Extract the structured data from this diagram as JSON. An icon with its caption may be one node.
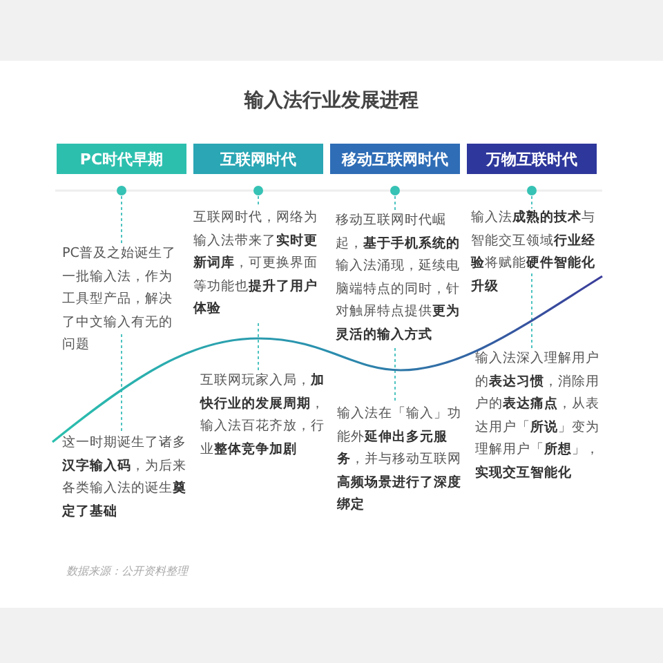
{
  "diagram": {
    "title": "输入法行业发展进程",
    "nodes": [
      {
        "text": [
          "PC时代早期"
        ]
      },
      {
        "text": [
          "互联网时代"
        ]
      },
      {
        "text": [
          "移动互联网时代"
        ]
      },
      {
        "text": [
          "万物互联时代"
        ]
      }
    ],
    "labels": [
      "PC普及之始诞生了一批输入法，作为工具型产品，解决了中文输入有无的问题",
      "这一时期诞生了诸多**汉字输入码**，为后来各类输入法的诞生**奠定了基础**",
      "互联网时代，网络为输入法带来了**实时更新词库**，可更换界面等功能也**提升了用户体验**",
      "互联网玩家入局，**加快行业的发展周期**，输入法百花齐放，行业**整体竞争加剧**",
      "移动互联网时代崛起，**基于手机系统的**输入法涌现，延续电脑端特点的同时，针对触屏特点提供**更为灵活的输入方式**",
      "输入法在「输入」功能外**延伸出多元服务**，并与移动互联网**高频场景进行了深度绑定**",
      "输入法**成熟的技术**与智能交互领域**行业经验**将赋能**硬件智能化升级**",
      "输入法深入理解用户的**表达习惯**，消除用户的**表达痛点**，从表达用户「**所说**」变为理解用户「**所想**」，**实现交互智能化**"
    ],
    "caption": "数据来源：公开资料整理"
  }
}
